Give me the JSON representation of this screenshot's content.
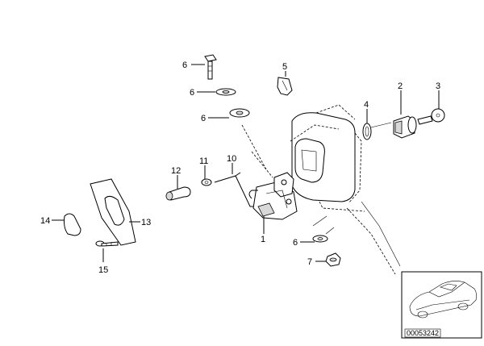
{
  "diagram": {
    "reference_code": "00053242",
    "callouts": [
      {
        "id": "c1",
        "label": "1"
      },
      {
        "id": "c2",
        "label": "2"
      },
      {
        "id": "c3",
        "label": "3"
      },
      {
        "id": "c4",
        "label": "4"
      },
      {
        "id": "c5",
        "label": "5"
      },
      {
        "id": "c6a",
        "label": "6"
      },
      {
        "id": "c6b",
        "label": "6"
      },
      {
        "id": "c6c",
        "label": "6"
      },
      {
        "id": "c6d",
        "label": "6"
      },
      {
        "id": "c7",
        "label": "7"
      },
      {
        "id": "c10",
        "label": "10"
      },
      {
        "id": "c11",
        "label": "11"
      },
      {
        "id": "c12",
        "label": "12"
      },
      {
        "id": "c13",
        "label": "13"
      },
      {
        "id": "c14",
        "label": "14"
      },
      {
        "id": "c15",
        "label": "15"
      }
    ]
  }
}
